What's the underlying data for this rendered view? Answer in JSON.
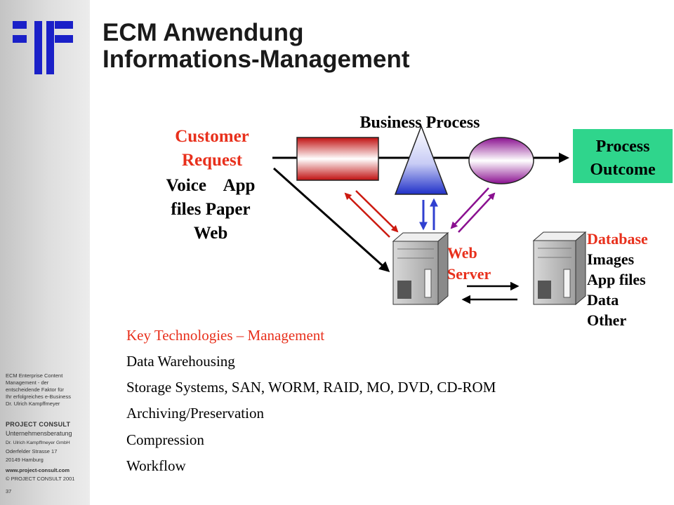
{
  "slide": {
    "title_line1": "ECM Anwendung",
    "title_line2": "Informations-Management",
    "page_number": "37"
  },
  "sidebar": {
    "desc_lines": [
      "ECM Enterprise Content",
      "Management - der",
      "entscheidende Faktor für",
      "Ihr erfolgreiches e-Business",
      "Dr. Ulrich Kampffmeyer"
    ],
    "company": "PROJECT  CONSULT",
    "company_sub": "Unternehmensberatung",
    "address_lines": [
      "Dr. Ulrich Kampffmeyer  GmbH",
      "Oderfelder  Strasse 17",
      "20149 Hamburg"
    ],
    "website": "www.project-consult.com",
    "copyright": "© PROJECT CONSULT 2001"
  },
  "diagram": {
    "business_process": "Business Process",
    "customer_request_line1": "Customer",
    "customer_request_line2": "Request",
    "inputs_line1": "Voice    App",
    "inputs_line2": "files Paper",
    "inputs_line3": "Web",
    "process_outcome_line1": "Process",
    "process_outcome_line2": "Outcome",
    "web_server_line1": "Web",
    "web_server_line2": "Server",
    "database_items": [
      "Database",
      "Images",
      "App files",
      "Data",
      "Other"
    ]
  },
  "key_technologies": {
    "heading": "Key Technologies – Management",
    "items": [
      "Data Warehousing",
      "Storage Systems, SAN, WORM, RAID, MO, DVD, CD-ROM",
      "Archiving/Preservation",
      "Compression",
      "Workflow"
    ]
  },
  "colors": {
    "red_text": "#e8301c",
    "outcome_box": "#2fd58c",
    "arrow_red": "#cc1a10",
    "arrow_blue": "#3040d0",
    "arrow_purple": "#8a1090"
  }
}
